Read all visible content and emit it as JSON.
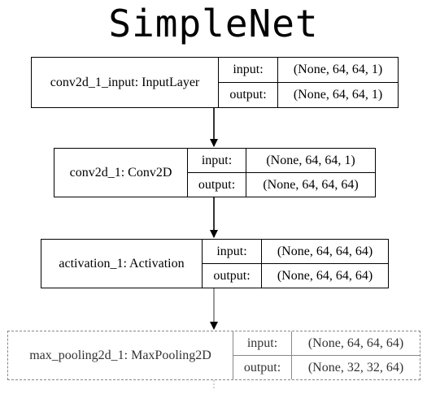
{
  "title": "SimpleNet",
  "port_labels": {
    "input": "input:",
    "output": "output:"
  },
  "layers": [
    {
      "name": "conv2d_1_input: InputLayer",
      "input": "(None, 64, 64, 1)",
      "output": "(None, 64, 64, 1)"
    },
    {
      "name": "conv2d_1: Conv2D",
      "input": "(None, 64, 64, 1)",
      "output": "(None, 64, 64, 64)"
    },
    {
      "name": "activation_1: Activation",
      "input": "(None, 64, 64, 64)",
      "output": "(None, 64, 64, 64)"
    },
    {
      "name": "max_pooling2d_1: MaxPooling2D",
      "input": "(None, 64, 64, 64)",
      "output": "(None, 32, 32, 64)"
    }
  ]
}
